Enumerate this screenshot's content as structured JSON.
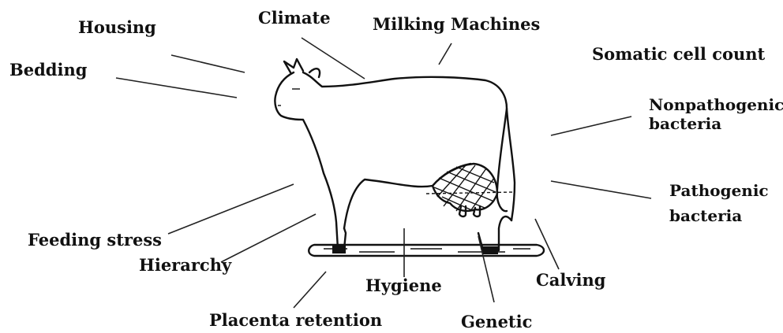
{
  "labels": {
    "housing": "Housing",
    "climate": "Climate",
    "milking_machines": "Milking Machines",
    "somatic_cell_count": "Somatic cell count",
    "bedding": "Bedding",
    "nonpathogenic_line1": "Nonpathogenic",
    "nonpathogenic_line2": "bacteria",
    "pathogenic_line1": "Pathogenic",
    "pathogenic_line2": "bacteria",
    "feeding_stress": "Feeding stress",
    "hierarchy": "Hierarchy",
    "hygiene": "Hygiene",
    "calving": "Calving",
    "placenta_retention": "Placenta retention",
    "genetic": "Genetic"
  }
}
